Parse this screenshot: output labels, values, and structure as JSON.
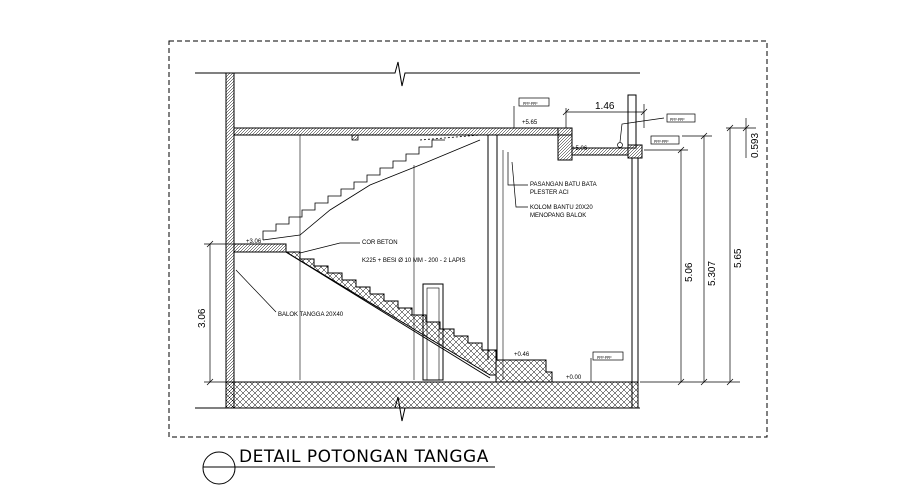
{
  "title": "DETAIL POTONGAN TANGGA",
  "labels": {
    "level_top": "+5.65",
    "level_top_tag": "ppp.ppp",
    "level_beam": "+5.06",
    "level_beam_tag": "ppp.ppp",
    "level_parapet_tag": "ppp.ppp",
    "level_landing": "+3.06",
    "level_step": "+0.46",
    "level_floor": "+0.00",
    "level_floor_tag": "ppp.ppp",
    "masonry_line1": "PASANGAN BATU BATA",
    "masonry_line2": "PLESTER ACI",
    "column_line1": "KOLOM BANTU 20X20",
    "column_line2": "MENOPANG BALOK",
    "concrete_line1": "COR BETON",
    "concrete_line2": "K225  + BESI Ø 10 MM - 200 - 2 LAPIS",
    "beam_label": "BALOK TANGGA 20X40"
  },
  "dimensions": {
    "top_width": "1.46",
    "parapet_height": "0.593",
    "dim_506": "5.06",
    "dim_5307": "5.307",
    "dim_565": "5.65",
    "dim_306": "3.06"
  }
}
